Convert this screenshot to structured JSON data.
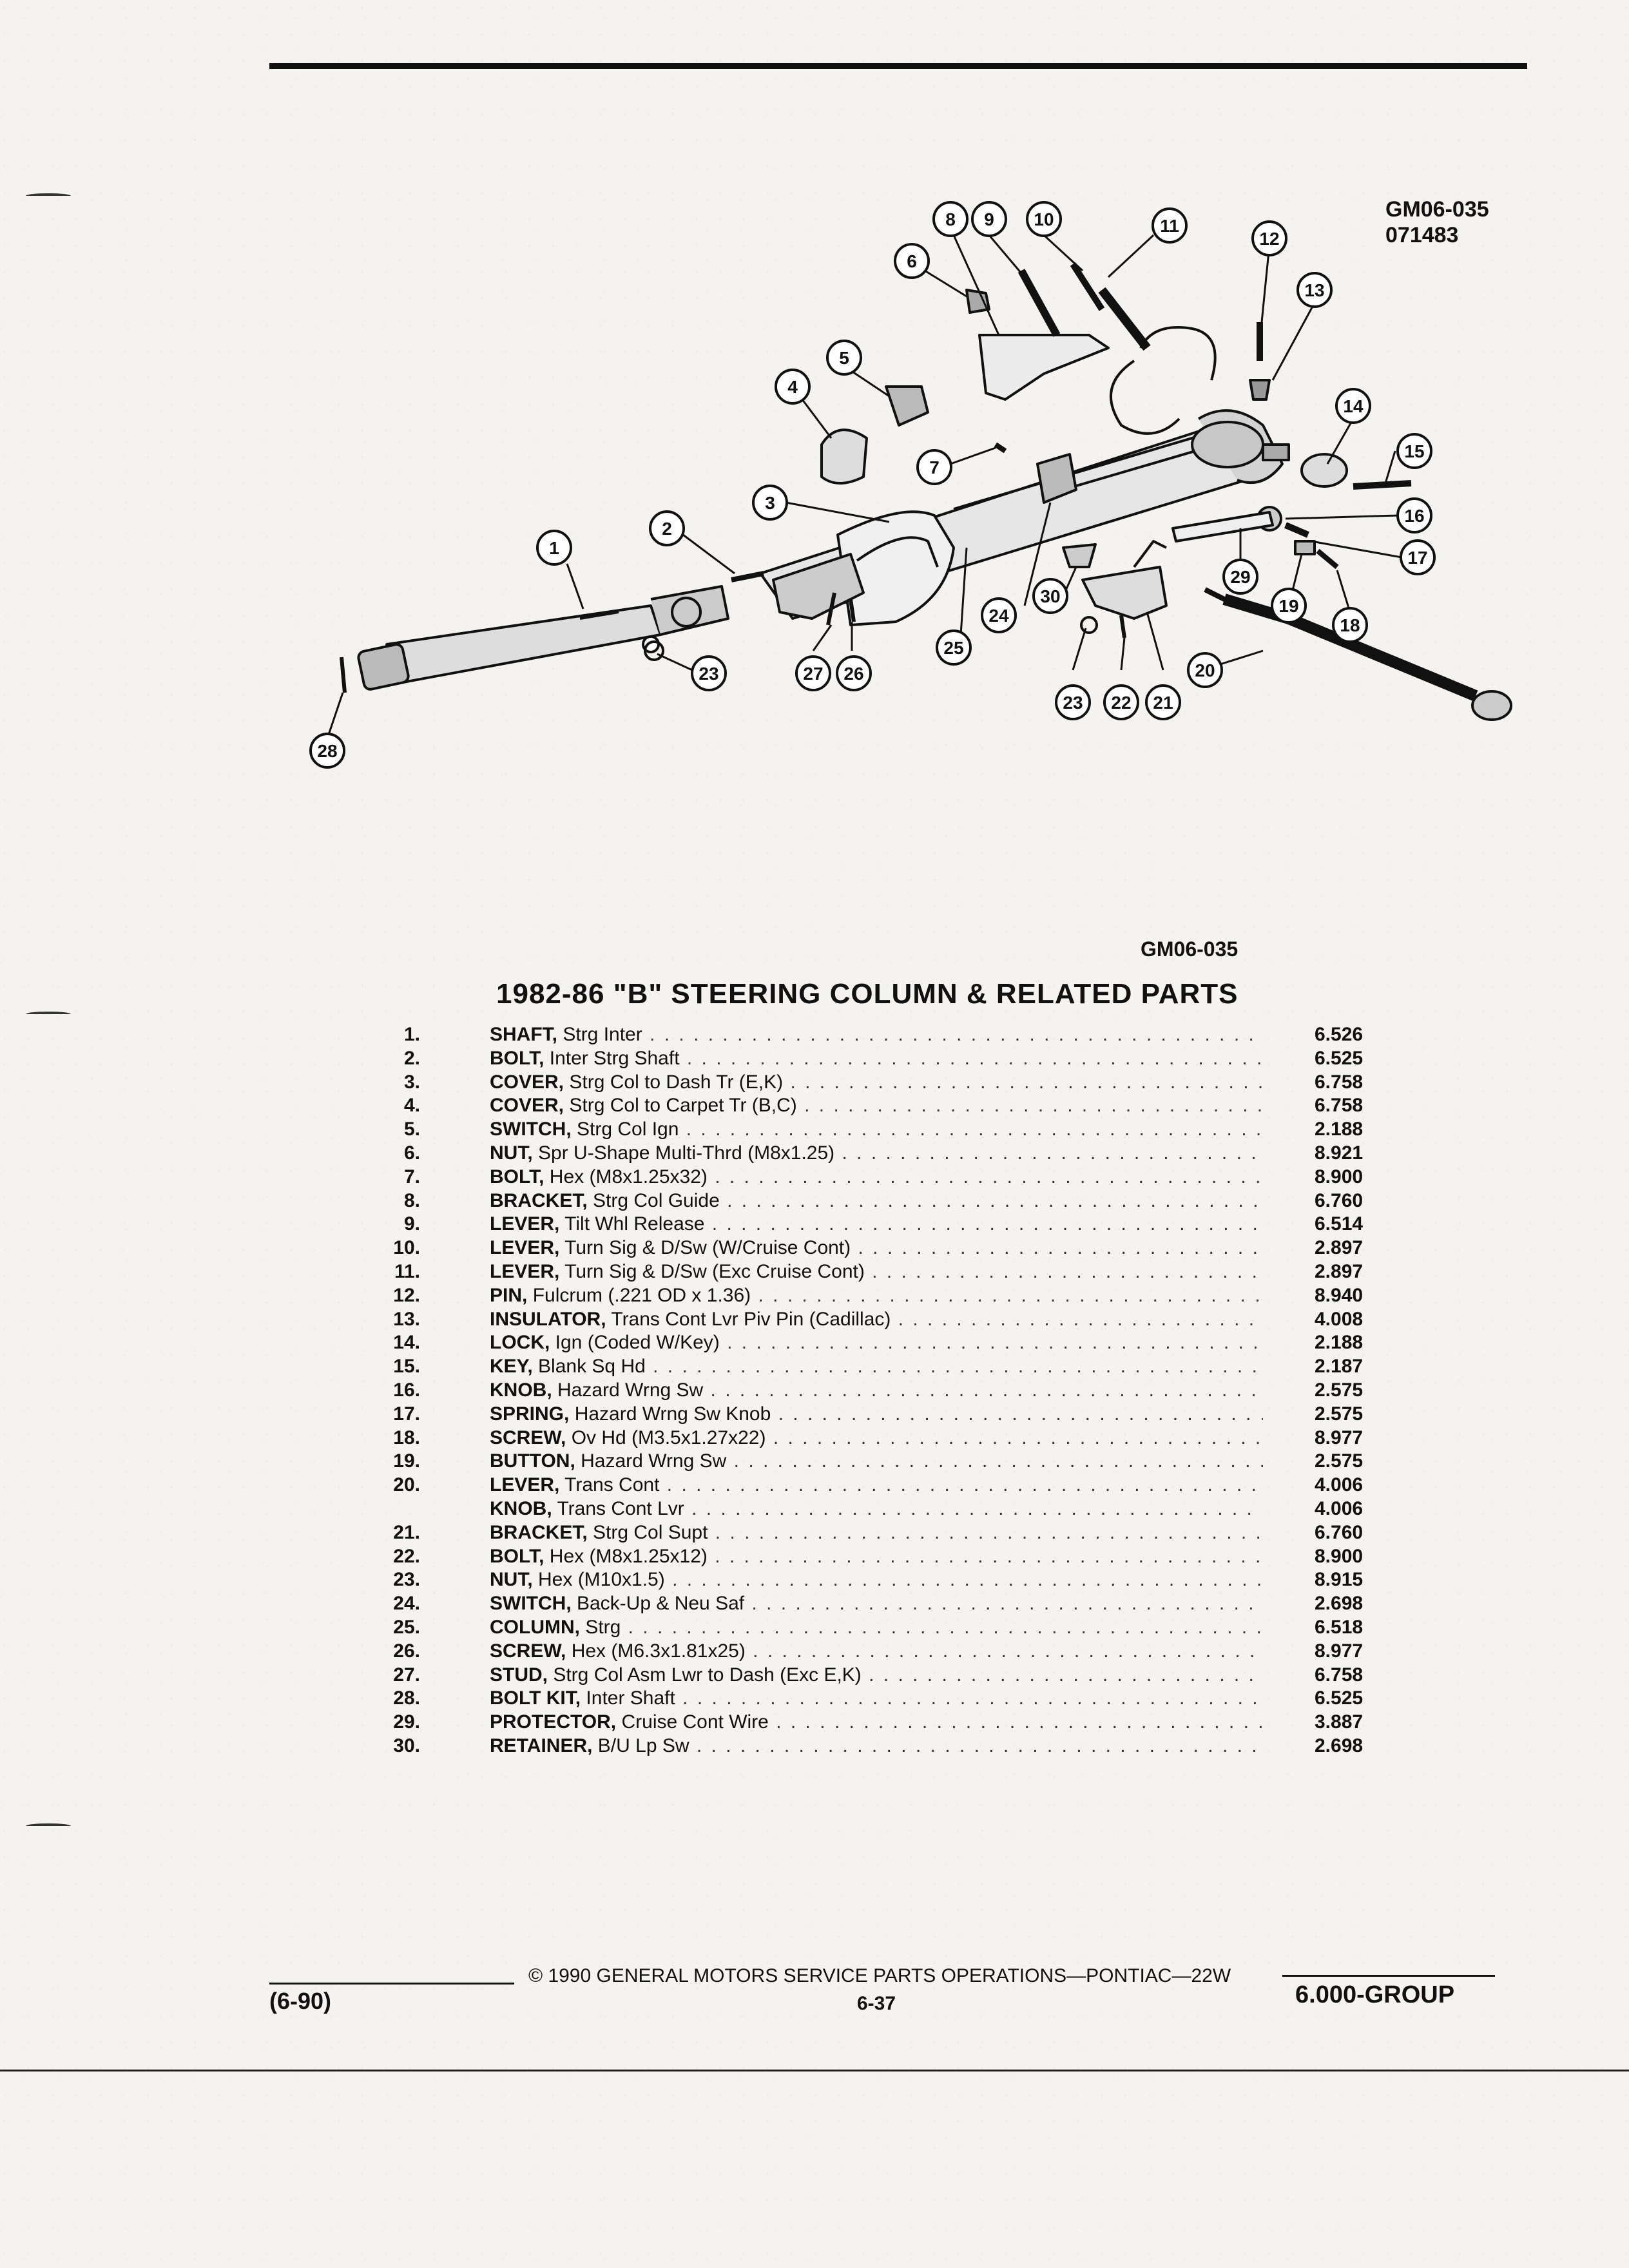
{
  "diagram": {
    "id_line1": "GM06-035",
    "id_line2": "071483",
    "caption": "GM06-035",
    "callouts": [
      "1",
      "2",
      "3",
      "4",
      "5",
      "6",
      "7",
      "8",
      "9",
      "10",
      "11",
      "12",
      "13",
      "14",
      "15",
      "16",
      "17",
      "18",
      "19",
      "20",
      "21",
      "22",
      "23",
      "24",
      "25",
      "26",
      "27",
      "28",
      "29",
      "30"
    ]
  },
  "title": "1982-86 \"B\" STEERING COLUMN & RELATED PARTS",
  "parts": [
    {
      "num": "1.",
      "name": "SHAFT,",
      "desc": " Strg Inter",
      "ref": "6.526"
    },
    {
      "num": "2.",
      "name": "BOLT,",
      "desc": " Inter Strg Shaft",
      "ref": "6.525"
    },
    {
      "num": "3.",
      "name": "COVER,",
      "desc": " Strg Col to Dash Tr (E,K)",
      "ref": "6.758"
    },
    {
      "num": "4.",
      "name": "COVER,",
      "desc": " Strg Col to Carpet Tr (B,C)",
      "ref": "6.758"
    },
    {
      "num": "5.",
      "name": "SWITCH,",
      "desc": " Strg Col Ign",
      "ref": "2.188"
    },
    {
      "num": "6.",
      "name": "NUT,",
      "desc": " Spr U-Shape Multi-Thrd (M8x1.25)",
      "ref": "8.921"
    },
    {
      "num": "7.",
      "name": "BOLT,",
      "desc": " Hex (M8x1.25x32)",
      "ref": "8.900"
    },
    {
      "num": "8.",
      "name": "BRACKET,",
      "desc": " Strg Col Guide",
      "ref": "6.760"
    },
    {
      "num": "9.",
      "name": "LEVER,",
      "desc": " Tilt Whl Release",
      "ref": "6.514"
    },
    {
      "num": "10.",
      "name": "LEVER,",
      "desc": " Turn Sig & D/Sw (W/Cruise Cont)",
      "ref": "2.897"
    },
    {
      "num": "11.",
      "name": "LEVER,",
      "desc": " Turn Sig & D/Sw (Exc Cruise Cont)",
      "ref": "2.897"
    },
    {
      "num": "12.",
      "name": "PIN,",
      "desc": " Fulcrum (.221 OD x 1.36)",
      "ref": "8.940"
    },
    {
      "num": "13.",
      "name": "INSULATOR,",
      "desc": " Trans Cont Lvr Piv Pin (Cadillac)",
      "ref": "4.008"
    },
    {
      "num": "14.",
      "name": "LOCK,",
      "desc": " Ign (Coded W/Key)",
      "ref": "2.188"
    },
    {
      "num": "15.",
      "name": "KEY,",
      "desc": " Blank Sq Hd",
      "ref": "2.187"
    },
    {
      "num": "16.",
      "name": "KNOB,",
      "desc": " Hazard Wrng Sw",
      "ref": "2.575"
    },
    {
      "num": "17.",
      "name": "SPRING,",
      "desc": " Hazard Wrng Sw Knob",
      "ref": "2.575"
    },
    {
      "num": "18.",
      "name": "SCREW,",
      "desc": " Ov Hd (M3.5x1.27x22)",
      "ref": "8.977"
    },
    {
      "num": "19.",
      "name": "BUTTON,",
      "desc": " Hazard Wrng Sw",
      "ref": "2.575"
    },
    {
      "num": "20.",
      "name": "LEVER,",
      "desc": " Trans Cont",
      "ref": "4.006"
    },
    {
      "num": "",
      "name": "KNOB,",
      "desc": " Trans Cont Lvr",
      "ref": "4.006"
    },
    {
      "num": "21.",
      "name": "BRACKET,",
      "desc": " Strg Col Supt",
      "ref": "6.760"
    },
    {
      "num": "22.",
      "name": "BOLT,",
      "desc": " Hex (M8x1.25x12)",
      "ref": "8.900"
    },
    {
      "num": "23.",
      "name": "NUT,",
      "desc": " Hex (M10x1.5)",
      "ref": "8.915"
    },
    {
      "num": "24.",
      "name": "SWITCH,",
      "desc": " Back-Up & Neu Saf",
      "ref": "2.698"
    },
    {
      "num": "25.",
      "name": "COLUMN,",
      "desc": " Strg",
      "ref": "6.518"
    },
    {
      "num": "26.",
      "name": "SCREW,",
      "desc": " Hex (M6.3x1.81x25)",
      "ref": "8.977"
    },
    {
      "num": "27.",
      "name": "STUD,",
      "desc": " Strg Col Asm Lwr to Dash (Exc E,K)",
      "ref": "6.758"
    },
    {
      "num": "28.",
      "name": "BOLT KIT,",
      "desc": " Inter Shaft",
      "ref": "6.525"
    },
    {
      "num": "29.",
      "name": "PROTECTOR,",
      "desc": " Cruise Cont Wire",
      "ref": "3.887"
    },
    {
      "num": "30.",
      "name": "RETAINER,",
      "desc": " B/U Lp Sw",
      "ref": "2.698"
    }
  ],
  "footer": {
    "copyright": "© 1990 GENERAL MOTORS SERVICE PARTS OPERATIONS—PONTIAC—22W",
    "page": "6-37",
    "date": "(6-90)",
    "group": "6.000-GROUP"
  }
}
